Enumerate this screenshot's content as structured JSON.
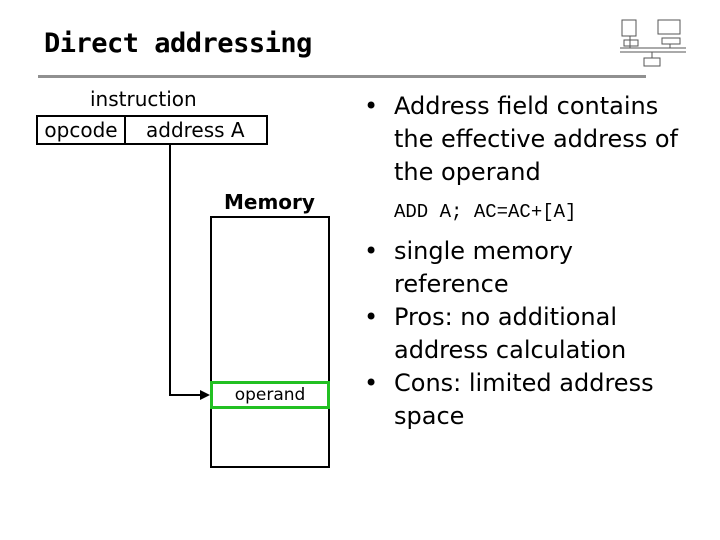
{
  "title": "Direct addressing",
  "instruction": {
    "label": "instruction",
    "opcode": "opcode",
    "address": "address A"
  },
  "memory": {
    "label": "Memory",
    "operand": "operand"
  },
  "bullets_top": [
    "Address field contains the effective address of the operand"
  ],
  "example": "ADD A; AC=AC+[A]",
  "bullets_bottom": [
    "single memory reference",
    "Pros: no additional address calculation",
    "Cons: limited address space"
  ],
  "colors": {
    "operand_border": "#22c022",
    "title_rule": "#909090"
  }
}
